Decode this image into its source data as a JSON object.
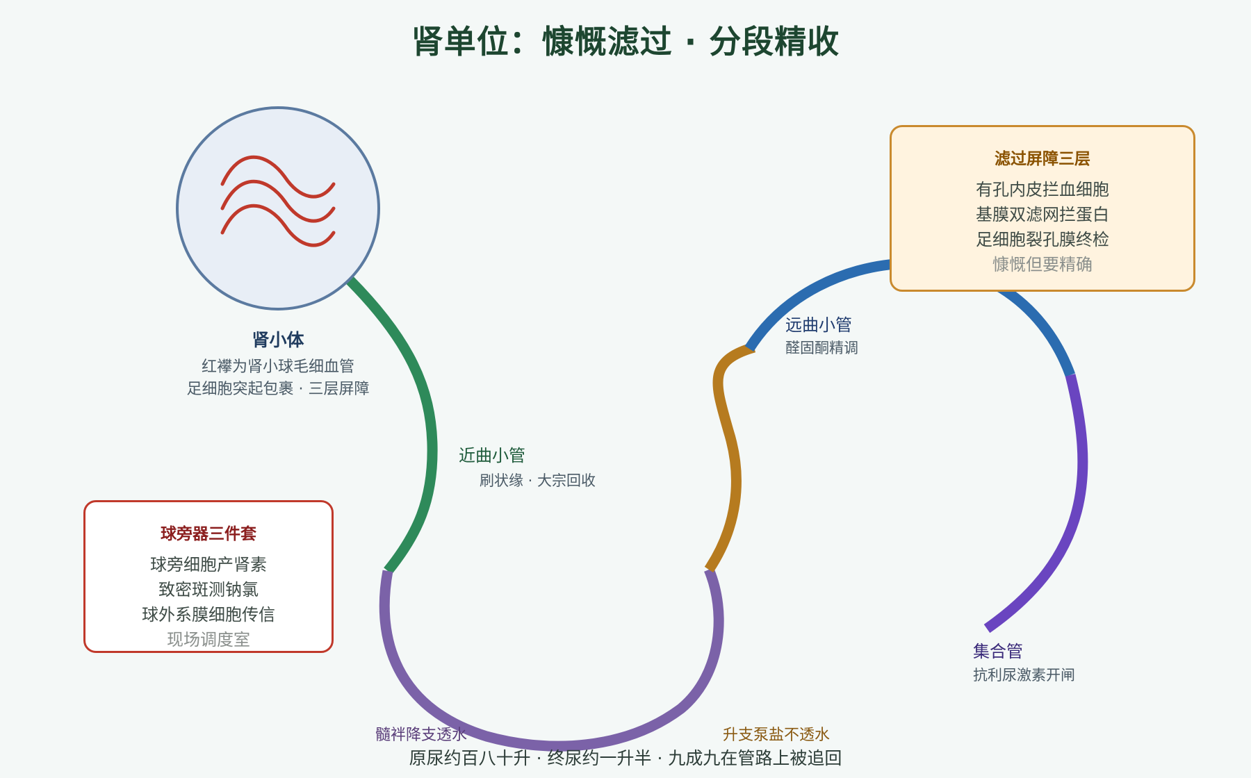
{
  "title": "肾单位：慷慨滤过 · 分段精收",
  "colors": {
    "background": "#f4f8f7",
    "title": "#1d4630",
    "proximal": "#2e8a5a",
    "loop": "#7b62a8",
    "thick_ascending": "#b67b1f",
    "distal": "#2b6cb0",
    "collecting": "#6a45c0",
    "glomerulus_fill": "#e8eef6",
    "glomerulus_stroke": "#5b7aa0",
    "capillary": "#c0392b",
    "filter_box_bg": "#fff3df",
    "filter_box_border": "#c98a2e",
    "filter_box_title": "#8a5200",
    "jga_box_border": "#c0392b",
    "jga_box_title": "#8b1e1e"
  },
  "renal_corpuscle": {
    "icon": "capillary-waves-icon",
    "name": "肾小体",
    "line1": "红襻为肾小球毛细血管",
    "line2": "足细胞突起包裹 · 三层屏障"
  },
  "proximal": {
    "name": "近曲小管",
    "desc": "刷状缘 · 大宗回收"
  },
  "distal": {
    "name": "远曲小管",
    "desc": "醛固酮精调"
  },
  "collecting": {
    "name": "集合管",
    "desc": "抗利尿激素开闸"
  },
  "loop": {
    "descending": "髓袢降支透水",
    "ascending": "升支泵盐不透水"
  },
  "footer": "原尿约百八十升 · 终尿约一升半 · 九成九在管路上被追回",
  "filter_box": {
    "title": "滤过屏障三层",
    "lines": [
      "有孔内皮拦血细胞",
      "基膜双滤网拦蛋白",
      "足细胞裂孔膜终检"
    ],
    "note": "慷慨但要精确"
  },
  "jga_box": {
    "title": "球旁器三件套",
    "lines": [
      "球旁细胞产肾素",
      "致密斑测钠氯",
      "球外系膜细胞传信"
    ],
    "note": "现场调度室"
  }
}
